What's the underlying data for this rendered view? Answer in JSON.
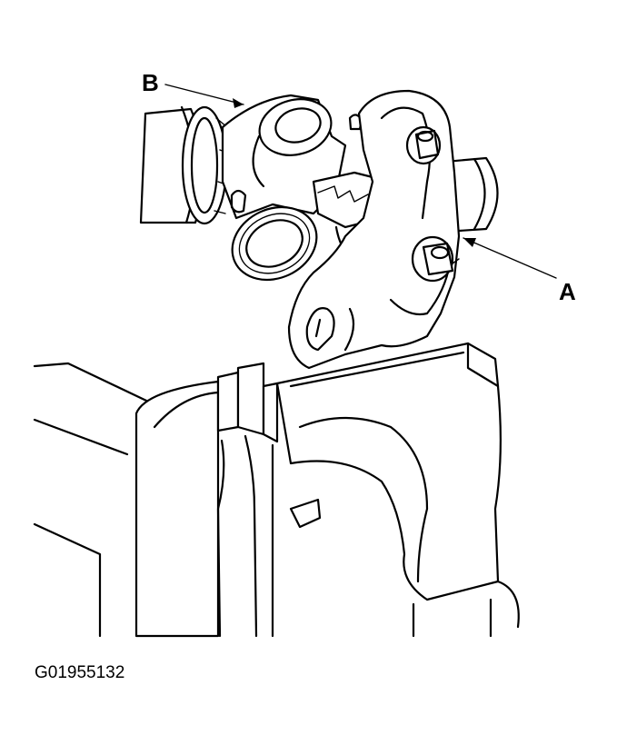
{
  "callouts": {
    "a": "A",
    "b": "B"
  },
  "figure_id": "G01955132"
}
